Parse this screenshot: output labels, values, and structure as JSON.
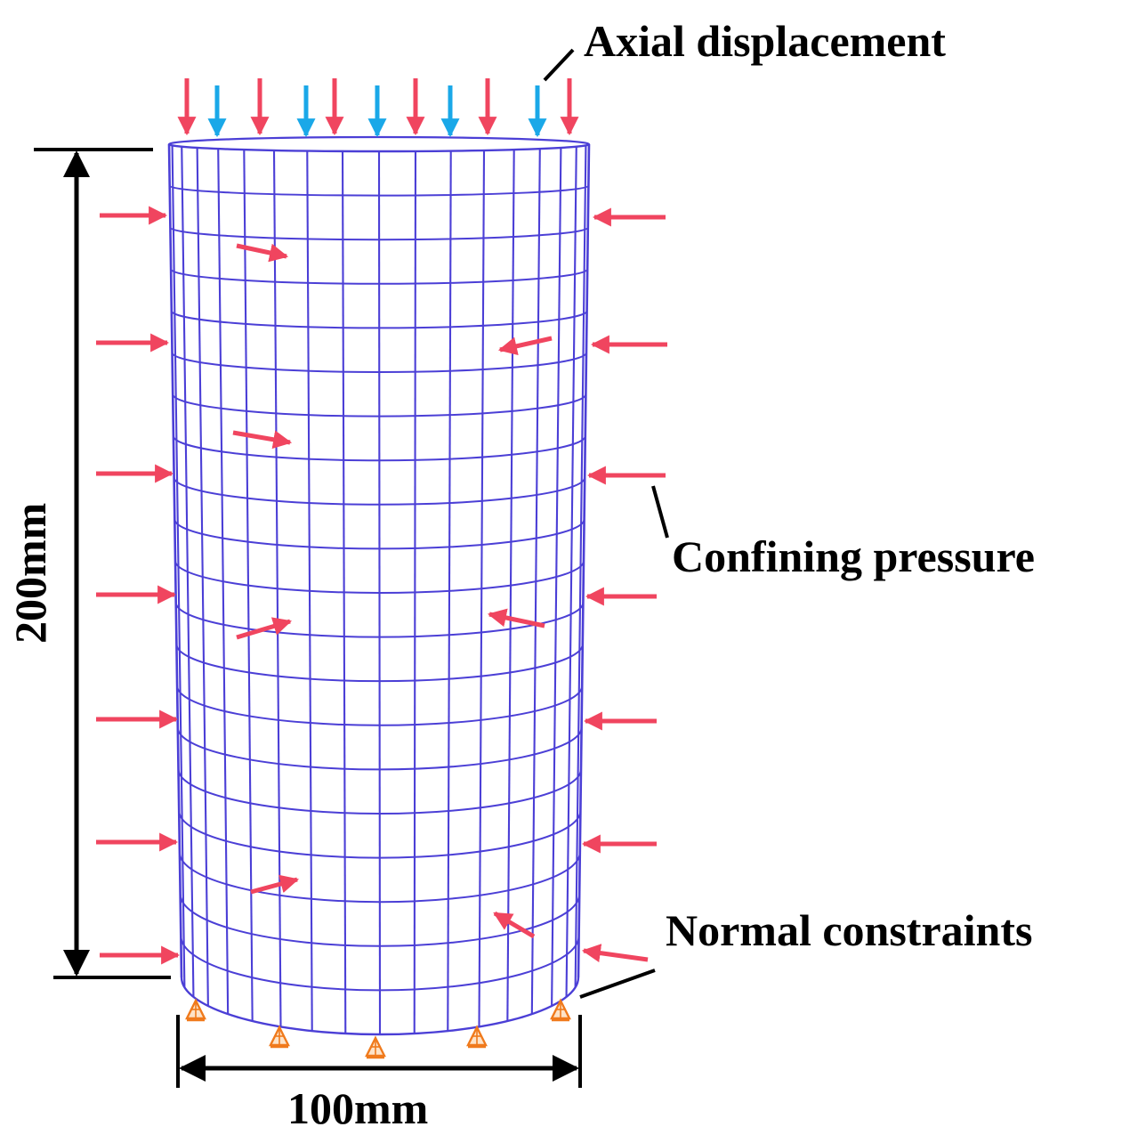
{
  "labels": {
    "axial": "Axial displacement",
    "confining": "Confining pressure",
    "normal": "Normal constraints",
    "height": "200mm",
    "diameter": "100mm"
  },
  "colors": {
    "mesh": "#4b3fd6",
    "pressure_arrow": "#f0455f",
    "displacement_arrow": "#1aa8e8",
    "support": "#f07a1c",
    "ink": "#000000"
  },
  "mesh": {
    "rings": 20,
    "columns": 18
  }
}
